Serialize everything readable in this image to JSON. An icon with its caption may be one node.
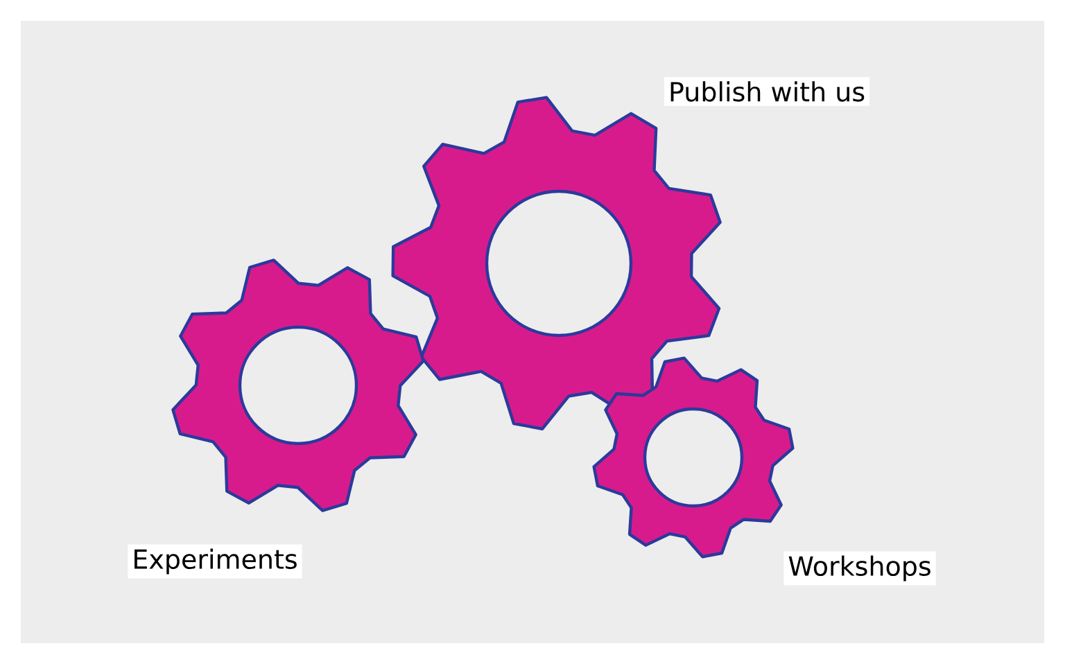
{
  "diagram": {
    "labels": [
      "Publish with us",
      "Experiments",
      "Workshops"
    ]
  }
}
